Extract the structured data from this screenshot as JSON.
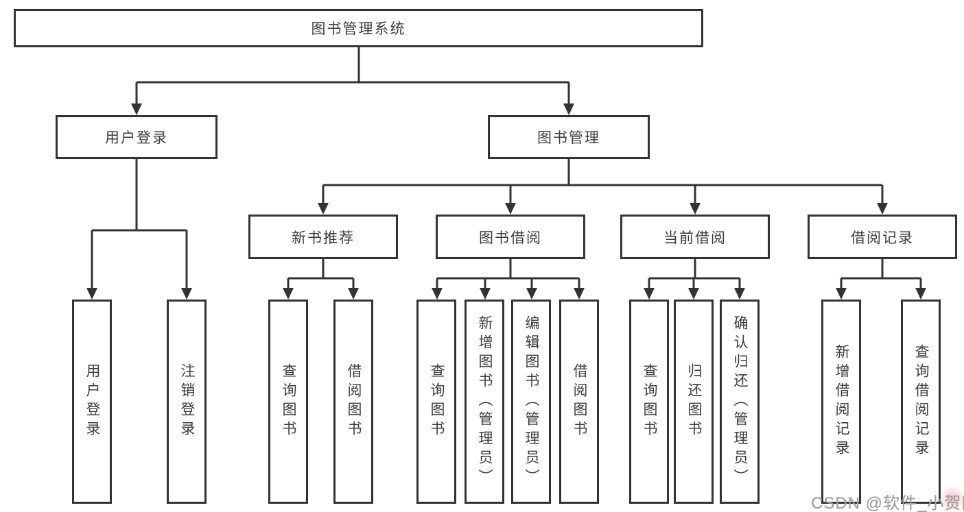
{
  "nodes": {
    "root": "图书管理系统",
    "user_login": "用户登录",
    "book_management": "图书管理",
    "new_book_recommend": "新书推荐",
    "book_borrow": "图书借阅",
    "current_borrow": "当前借阅",
    "borrow_records": "借阅记录"
  },
  "leaves": {
    "user_login": "用户登录",
    "logout": "注销登录",
    "nb_query_books": "查询图书",
    "nb_borrow_books": "借阅图书",
    "bb_query_books": "查询图书",
    "bb_add_books_admin": "新增图书（管理员）",
    "bb_edit_books_admin": "编辑图书（管理员）",
    "bb_borrow_books": "借阅图书",
    "cb_query_books": "查询图书",
    "cb_return_books": "归还图书",
    "cb_confirm_return_admin": "确认归还（管理员）",
    "br_add_record": "新增借阅记录",
    "br_query_record": "查询借阅记录"
  },
  "watermark": "CSDN @软件_小贺同学",
  "colors": {
    "border": "#333333",
    "line": "#333333",
    "text": "#3d3d3d",
    "watermark": "#9f9f9f",
    "background": "#ffffff"
  }
}
